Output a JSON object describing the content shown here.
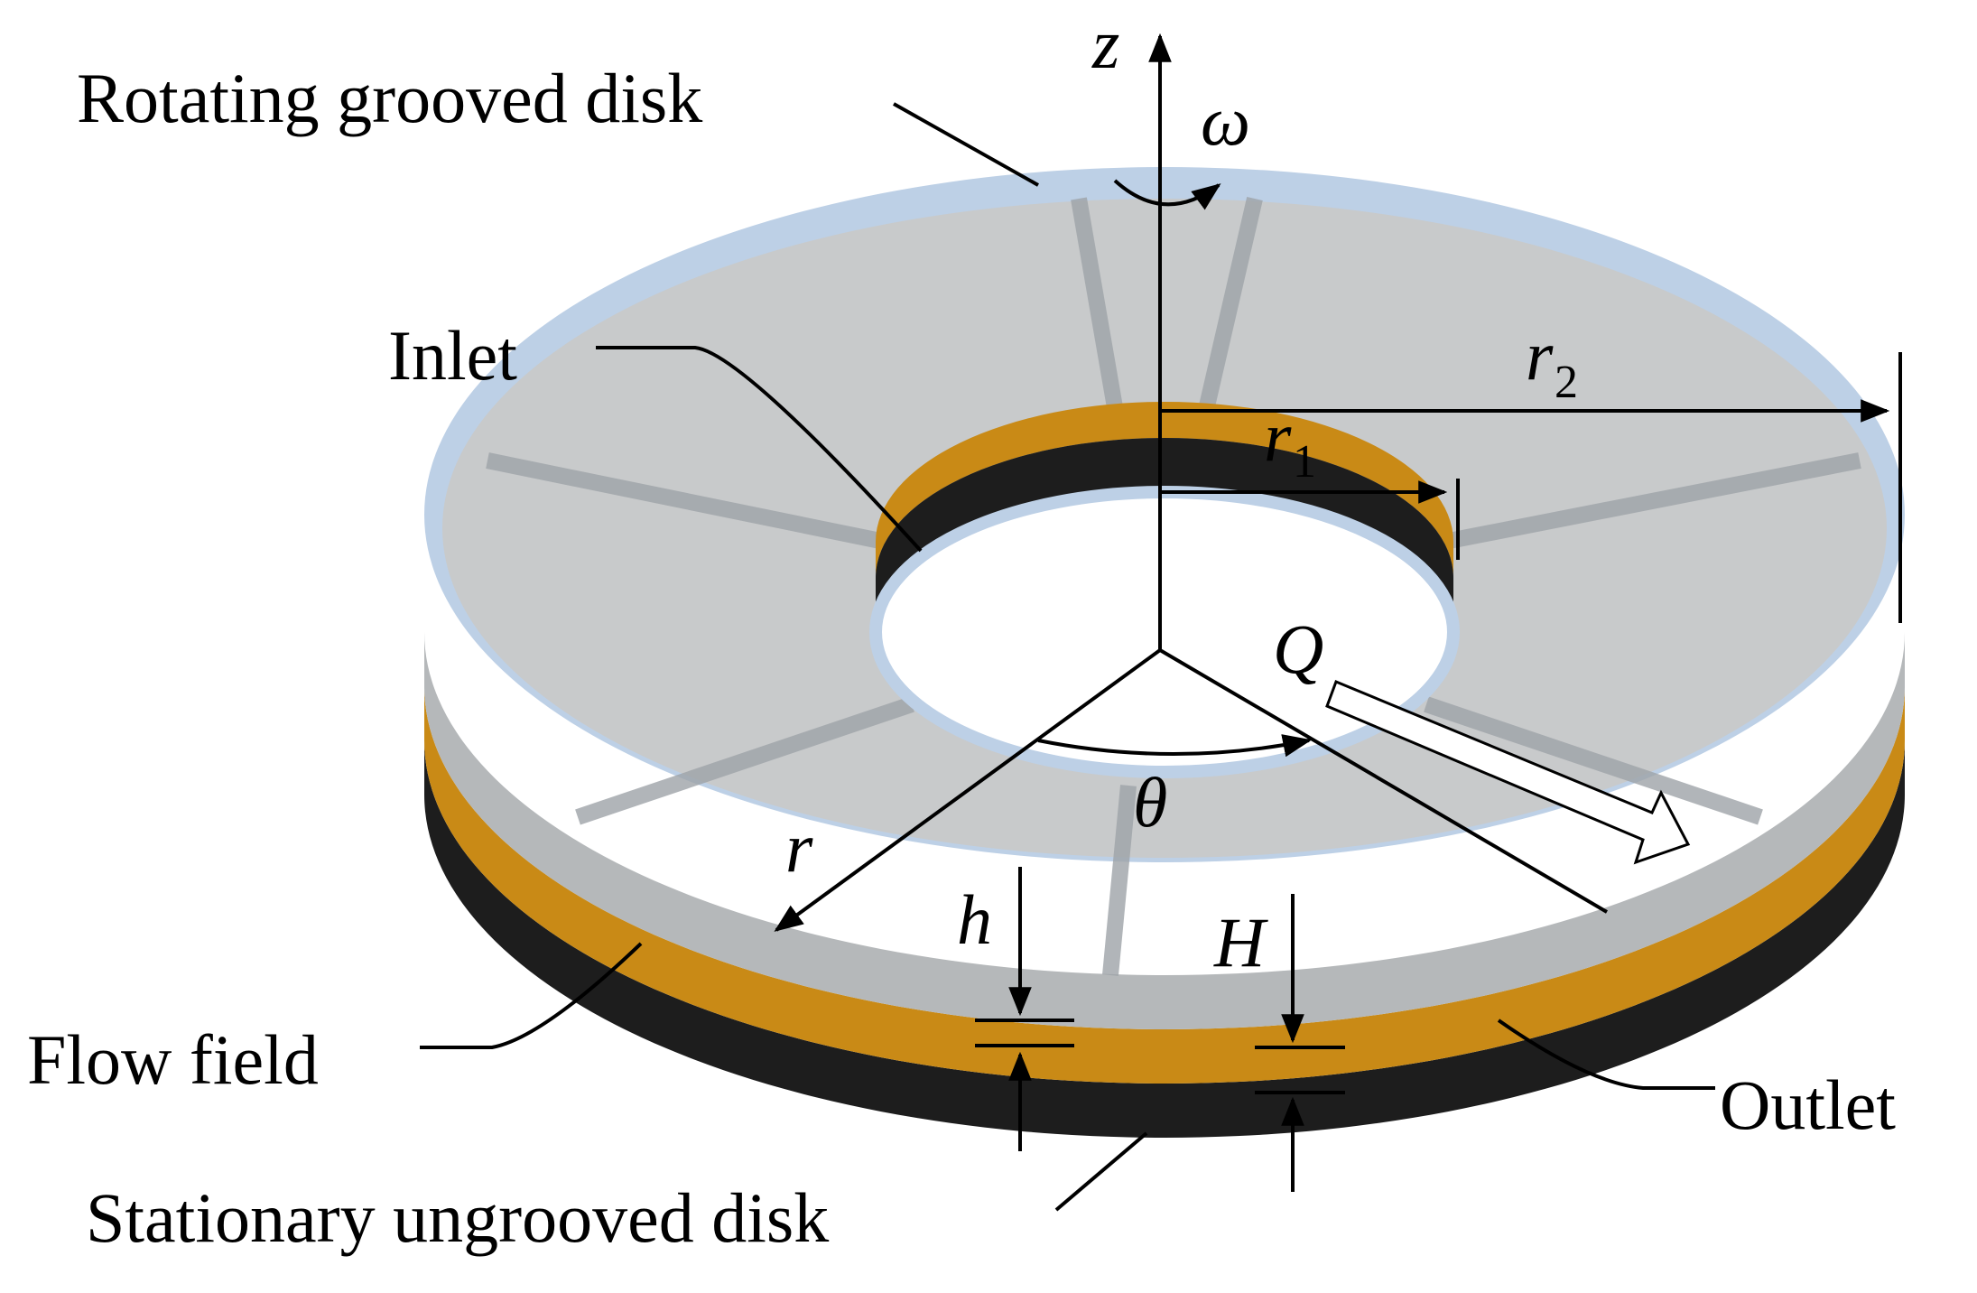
{
  "labels": {
    "rotating_disk": "Rotating grooved disk",
    "inlet": "Inlet",
    "flow_field": "Flow field",
    "outlet": "Outlet",
    "stationary_disk": "Stationary ungrooved disk"
  },
  "symbols": {
    "z": "z",
    "omega": "ω",
    "r": "r",
    "r1_base": "r",
    "r1_sub": "1",
    "r2_base": "r",
    "r2_sub": "2",
    "q": "Q",
    "theta": "θ",
    "h": "h",
    "H": "H"
  },
  "colors": {
    "disk_top": "#c8cacb",
    "disk_rim": "#b9cde4",
    "flow_layer": "#c98a16",
    "stationary_disk": "#1d1d1d",
    "groove": "#9ea3a8"
  }
}
